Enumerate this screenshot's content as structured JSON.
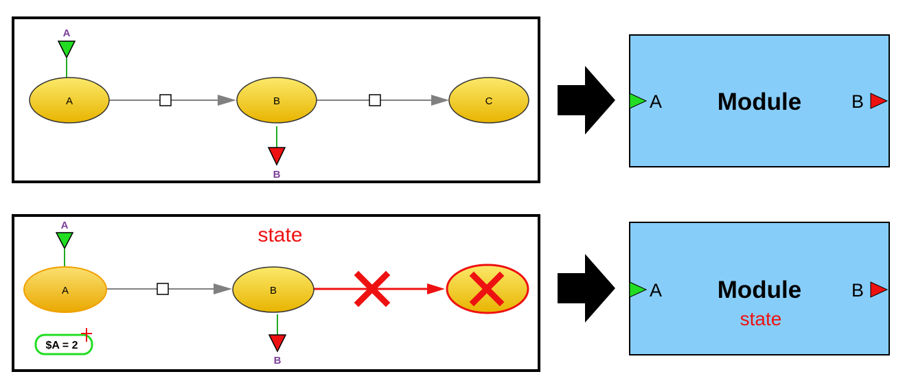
{
  "top_panel": {
    "input_port_label": "A",
    "output_port_label": "B",
    "nodes": [
      "A",
      "B",
      "C"
    ]
  },
  "bottom_panel": {
    "input_port_label": "A",
    "output_port_label": "B",
    "state_label": "state",
    "nodes": [
      "A",
      "B",
      ""
    ],
    "assignment_label": "$A = 2"
  },
  "top_module": {
    "title": "Module",
    "input_label": "A",
    "output_label": "B"
  },
  "bottom_module": {
    "title": "Module",
    "subtitle": "state",
    "input_label": "A",
    "output_label": "B"
  },
  "colors": {
    "node_fill_top": "#f8e05a",
    "node_fill_bottom": "#e8b000",
    "module_fill": "#87cdf9",
    "input_port": "#22dd22",
    "output_port": "#ee1111",
    "port_label": "#7b3f98",
    "error": "#ee1111",
    "edge": "#808080"
  },
  "icons": [
    "input-port-triangle-icon",
    "output-port-triangle-icon",
    "right-arrow-icon",
    "red-x-icon"
  ]
}
